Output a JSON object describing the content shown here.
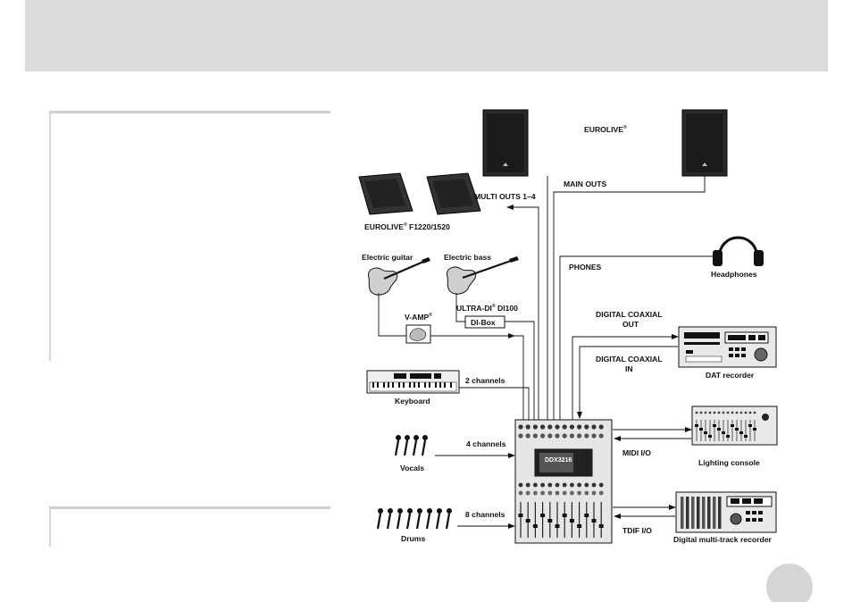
{
  "labels": {
    "eurolive_top": "EUROLIVE",
    "eurolive_top_mark": "®",
    "multi_outs": "MULTI OUTS 1–4",
    "main_outs": "MAIN OUTS",
    "eurolive_monitors": "EUROLIVE",
    "eurolive_monitors_mark": "®",
    "eurolive_monitors_model": " F1220/1520",
    "electric_guitar": "Electric guitar",
    "electric_bass": "Electric bass",
    "phones": "PHONES",
    "headphones": "Headphones",
    "ultra_di": "ULTRA-DI",
    "ultra_di_mark": "®",
    "ultra_di_model": " DI100",
    "di_box": "DI-Box",
    "v_amp": "V-AMP",
    "v_amp_mark": "®",
    "digital_coaxial_out_1": "DIGITAL COAXIAL",
    "digital_coaxial_out_2": "OUT",
    "digital_coaxial_in_1": "DIGITAL COAXIAL",
    "digital_coaxial_in_2": "IN",
    "dat_recorder": "DAT recorder",
    "two_channels": "2 channels",
    "keyboard": "Keyboard",
    "four_channels": "4 channels",
    "vocals": "Vocals",
    "midi_io": "MIDI I/O",
    "lighting_console": "Lighting console",
    "eight_channels": "8 channels",
    "drums": "Drums",
    "tdif_io": "TDIF I/O",
    "digital_multitrack": "Digital multi-track recorder",
    "mixer_model": "DDX3216"
  }
}
